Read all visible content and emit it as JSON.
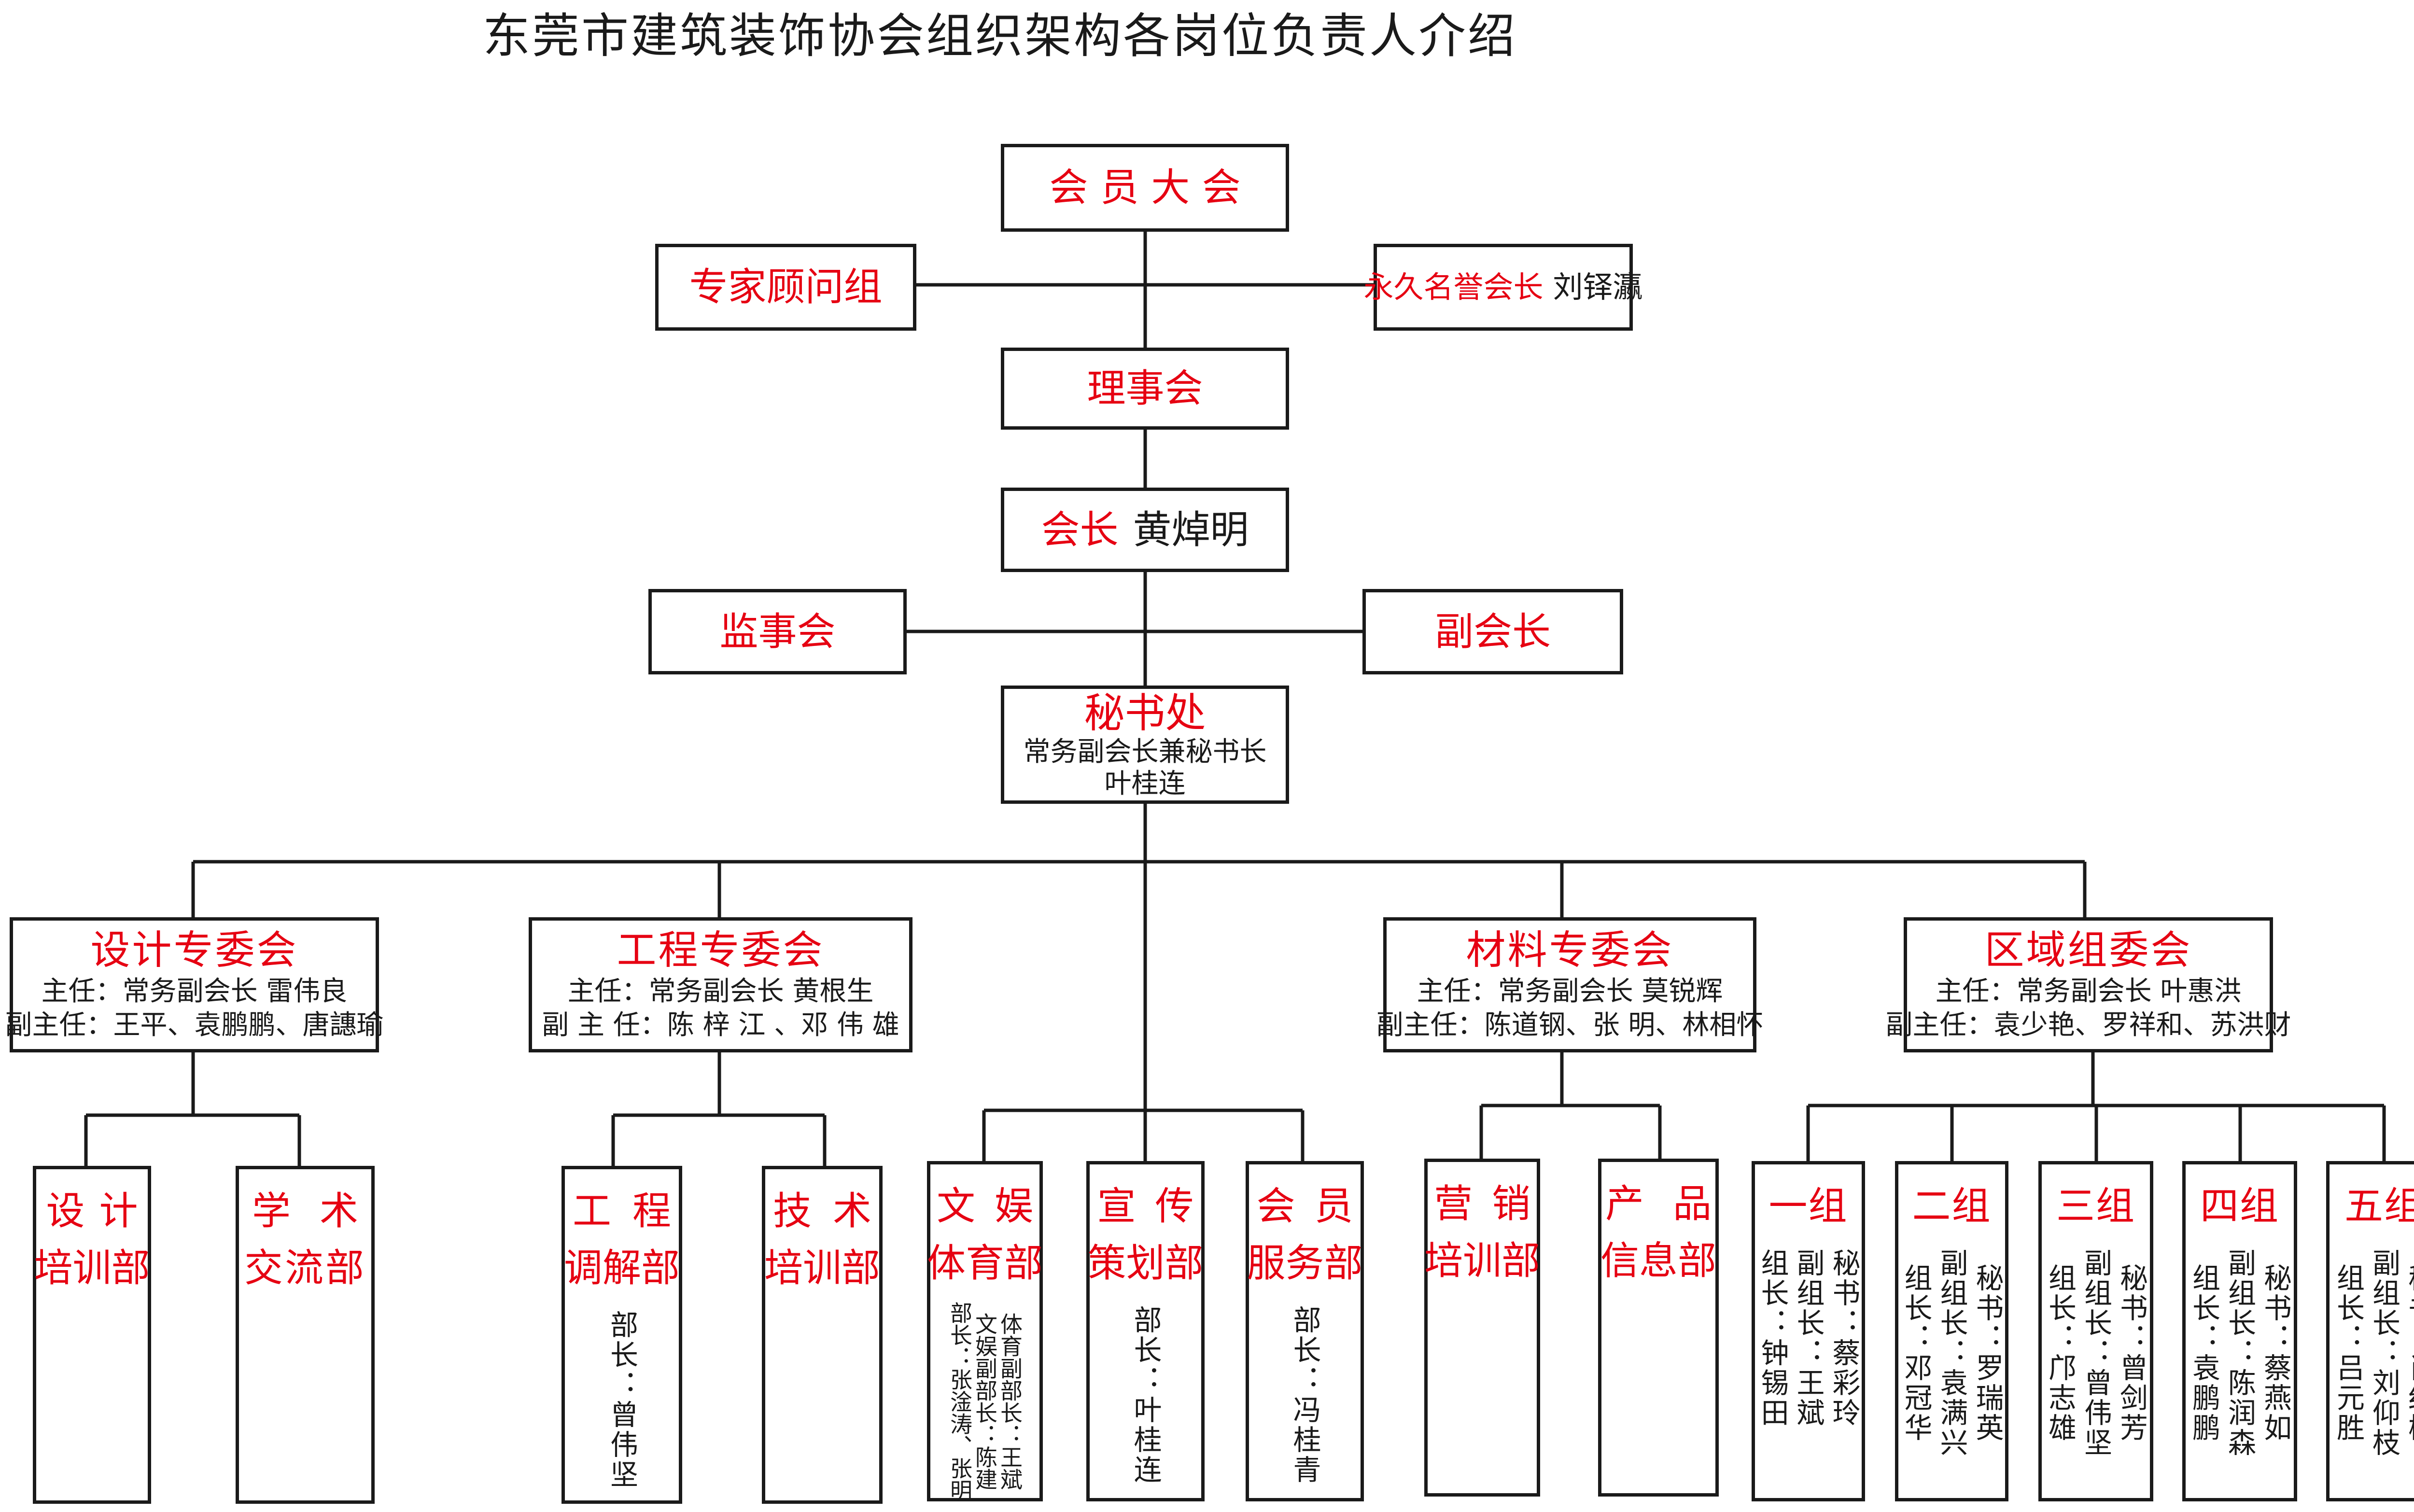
{
  "title": "东莞市建筑装饰协会组织架构各岗位负责人介绍",
  "colors": {
    "accent": "#e60012",
    "text": "#1a1a1a",
    "line": "#1a1a1a"
  },
  "top": {
    "general_assembly": "会 员 大 会",
    "experts": "专家顾问组",
    "honorary": {
      "title": "永久名誉会长",
      "name": "刘铎瀛"
    },
    "council": "理事会",
    "president": {
      "title": "会长",
      "name": "黄焯明"
    },
    "supervisors": "监事会",
    "vice_president": "副会长",
    "secretariat": {
      "title": "秘书处",
      "role": "常务副会长兼秘书长",
      "name": "叶桂连"
    }
  },
  "committees": {
    "design": {
      "title": "设计专委会",
      "director": "主任：常务副会长  雷伟良",
      "deputy": "副主任：王平、袁鹏鹏、唐譓瑜"
    },
    "engineering": {
      "title": "工程专委会",
      "director": "主任：常务副会长  黄根生",
      "deputy": "副 主 任：陈 梓 江 、邓 伟 雄"
    },
    "materials": {
      "title": "材料专委会",
      "director": "主任：常务副会长  莫锐辉",
      "deputy": "副主任：陈道钢、张  明、林相怀"
    },
    "regional": {
      "title": "区域组委会",
      "director": "主任：常务副会长  叶惠洪",
      "deputy": "副主任：袁少艳、罗祥和、苏洪财"
    }
  },
  "departments": {
    "design_training": {
      "line1": "设计",
      "line2": "培训部"
    },
    "academic": {
      "line1": "学术",
      "line2": "交流部"
    },
    "mediation": {
      "line1": "工程",
      "line2": "调解部",
      "cols": [
        "部长：曾伟坚"
      ]
    },
    "tech_training": {
      "line1": "技术",
      "line2": "培训部"
    },
    "sports": {
      "line1": "文娱",
      "line2": "体育部",
      "cols": [
        "体育副部长：王斌",
        "文娱副部长：陈建",
        "部长：张淦涛、张明"
      ]
    },
    "publicity": {
      "line1": "宣传",
      "line2": "策划部",
      "cols": [
        "部长：叶桂连"
      ]
    },
    "member_service": {
      "line1": "会员",
      "line2": "服务部",
      "cols": [
        "部长：冯桂青"
      ]
    },
    "marketing": {
      "line1": "营销",
      "line2": "培训部"
    },
    "product_info": {
      "line1": "产品",
      "line2": "信息部"
    }
  },
  "groups": [
    {
      "name": "一组",
      "cols": [
        "秘书：蔡彩玲",
        "副组长：王斌",
        "组长：钟锡田"
      ]
    },
    {
      "name": "二组",
      "cols": [
        "秘书：罗瑞英",
        "副组长：袁满兴",
        "组长：邓冠华"
      ]
    },
    {
      "name": "三组",
      "cols": [
        "秘书：曾剑芳",
        "副组长：曾伟坚",
        "组长：邝志雄"
      ]
    },
    {
      "name": "四组",
      "cols": [
        "秘书：蔡燕如",
        "副组长：陈润森",
        "组长：袁鹏鹏"
      ]
    },
    {
      "name": "五组",
      "cols": [
        "秘书：肖红梅",
        "副组长：刘仰枝",
        "组长：吕元胜"
      ]
    }
  ]
}
